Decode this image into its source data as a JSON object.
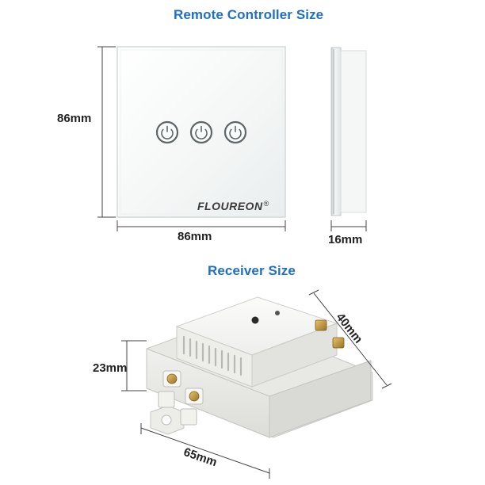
{
  "remote": {
    "heading": "Remote Controller Size",
    "height_label": "86mm",
    "width_label": "86mm",
    "depth_label": "16mm",
    "brand": "FLOUREON",
    "brand_mark": "®",
    "button_count": 3
  },
  "receiver": {
    "heading": "Receiver Size",
    "height_label": "23mm",
    "length_label": "65mm",
    "width_label": "40mm"
  },
  "colors": {
    "heading": "#1f6fc5",
    "panel": "#f6f8f8",
    "panel_edge": "#d6dcdc",
    "body": "#f3f3f1",
    "terminal": "#c9a04a",
    "dimension_line": "#444444"
  }
}
